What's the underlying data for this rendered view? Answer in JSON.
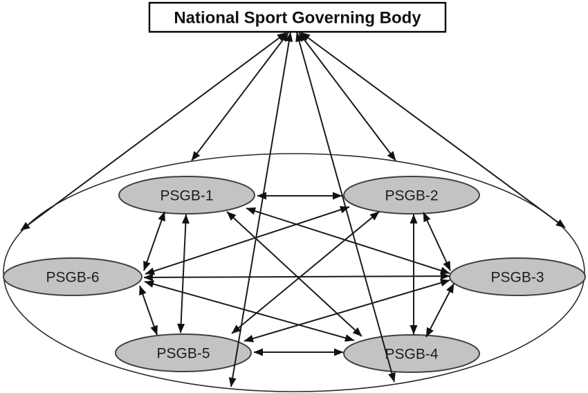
{
  "figure": {
    "title": "National Sport Governing Body",
    "nodes": [
      {
        "id": "psgb-1",
        "label": "PSGB-1"
      },
      {
        "id": "psgb-2",
        "label": "PSGB-2"
      },
      {
        "id": "psgb-3",
        "label": "PSGB-3"
      },
      {
        "id": "psgb-4",
        "label": "PSGB-4"
      },
      {
        "id": "psgb-5",
        "label": "PSGB-5"
      },
      {
        "id": "psgb-6",
        "label": "PSGB-6"
      }
    ],
    "arrow_style": "double-headed (bidirectional) filled black arrows",
    "governing_body_arrows": [
      "National Sport Governing Body ↔ PSGB group ellipse (far left)",
      "National Sport Governing Body ↔ PSGB group ellipse (above PSGB-1)",
      "National Sport Governing Body ↔ PSGB group ellipse (bottom left, crossing PSGB-5)",
      "National Sport Governing Body ↔ PSGB group ellipse (bottom right, crossing PSGB-4)",
      "National Sport Governing Body ↔ PSGB group ellipse (above PSGB-2)",
      "National Sport Governing Body ↔ PSGB group ellipse (far right)"
    ],
    "inter_node_arrows": [
      "PSGB-1 ↔ PSGB-2",
      "PSGB-1 ↔ PSGB-3",
      "PSGB-1 ↔ PSGB-4",
      "PSGB-1 ↔ PSGB-5",
      "PSGB-1 ↔ PSGB-6",
      "PSGB-2 ↔ PSGB-3",
      "PSGB-2 ↔ PSGB-4",
      "PSGB-2 ↔ PSGB-5",
      "PSGB-2 ↔ PSGB-6",
      "PSGB-3 ↔ PSGB-4",
      "PSGB-3 ↔ PSGB-5",
      "PSGB-3 ↔ PSGB-6",
      "PSGB-4 ↔ PSGB-5",
      "PSGB-4 ↔ PSGB-6",
      "PSGB-5 ↔ PSGB-6"
    ],
    "colors": {
      "node_fill": "#c3c3c3",
      "node_stroke": "#3f3f3f",
      "line": "#1a1a1a",
      "background": "#ffffff"
    }
  }
}
